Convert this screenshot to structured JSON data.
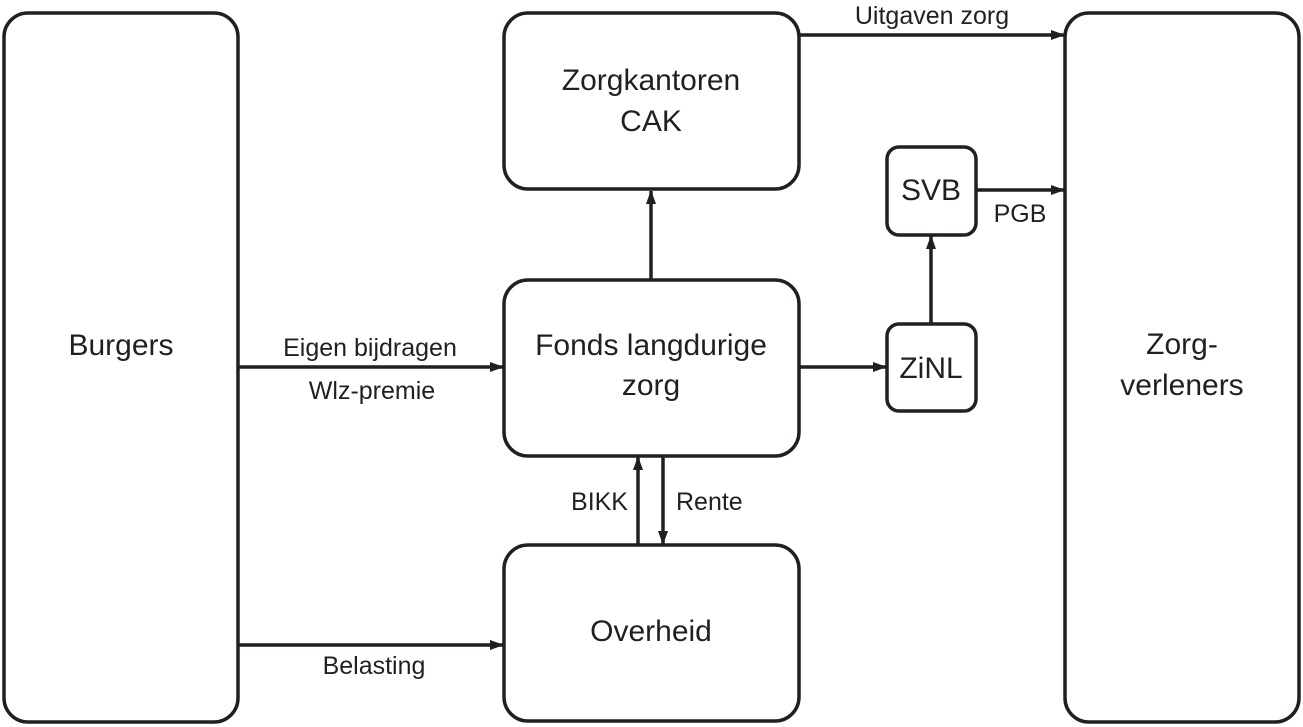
{
  "diagram": {
    "nodes": {
      "burgers": {
        "lines": [
          "Burgers"
        ]
      },
      "zorgkantoren": {
        "lines": [
          "Zorgkantoren",
          "CAK"
        ]
      },
      "fonds": {
        "lines": [
          "Fonds langdurige",
          "zorg"
        ]
      },
      "overheid": {
        "lines": [
          "Overheid"
        ]
      },
      "svb": {
        "lines": [
          "SVB"
        ]
      },
      "zinl": {
        "lines": [
          "ZiNL"
        ]
      },
      "zorgverleners": {
        "lines": [
          "Zorg-",
          "verleners"
        ]
      }
    },
    "edges": {
      "eigen_bijdragen": "Eigen bijdragen",
      "wlz_premie": "Wlz-premie",
      "belasting": "Belasting",
      "bikk": "BIKK",
      "rente": "Rente",
      "uitgaven_zorg": "Uitgaven zorg",
      "pgb": "PGB"
    },
    "colors": {
      "stroke": "#231f20",
      "background": "#ffffff"
    }
  }
}
